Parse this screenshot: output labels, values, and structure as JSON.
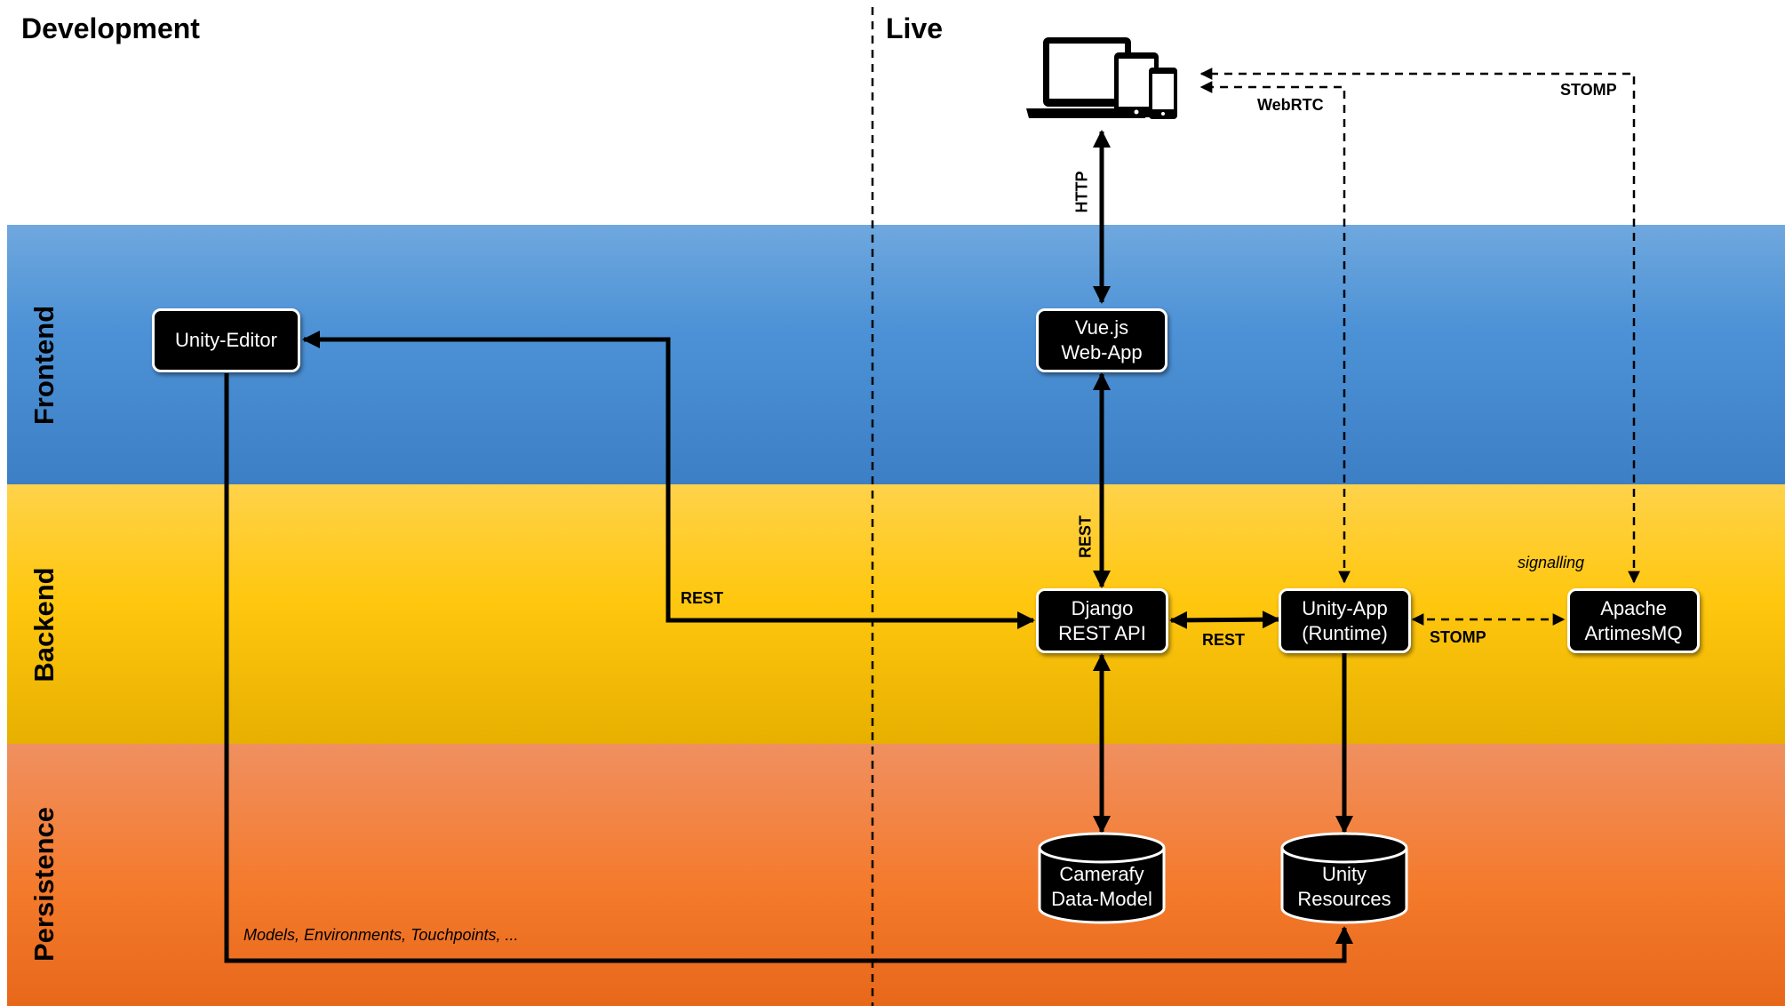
{
  "sections": {
    "development": "Development",
    "live": "Live"
  },
  "bands": {
    "frontend": "Frontend",
    "backend": "Backend",
    "persistence": "Persistence"
  },
  "nodes": {
    "unity_editor": [
      "Unity-Editor"
    ],
    "vue_app": [
      "Vue.js",
      "Web-App"
    ],
    "django": [
      "Django",
      "REST API"
    ],
    "unity_app": [
      "Unity-App",
      "(Runtime)"
    ],
    "activemq": [
      "Apache",
      "ArtimesMQ"
    ]
  },
  "databases": {
    "camerafy": [
      "Camerafy",
      "Data-Model"
    ],
    "unity_resources": [
      "Unity",
      "Resources"
    ]
  },
  "edge_labels": {
    "http": "HTTP",
    "rest_vue_django": "REST",
    "rest_editor_django": "REST",
    "rest_django_unity": "REST",
    "stomp_unity_mq": "STOMP",
    "webrtc": "WebRTC",
    "stomp_devices": "STOMP",
    "signalling": "signalling",
    "models": "Models, Environments, Touchpoints, ..."
  },
  "icons": {
    "devices": "devices-icon"
  },
  "colors": {
    "frontend": "#4d92d6",
    "backend": "#ffc70e",
    "persistence": "#f47a2c",
    "node_fill": "#000000",
    "node_text": "#ffffff"
  }
}
